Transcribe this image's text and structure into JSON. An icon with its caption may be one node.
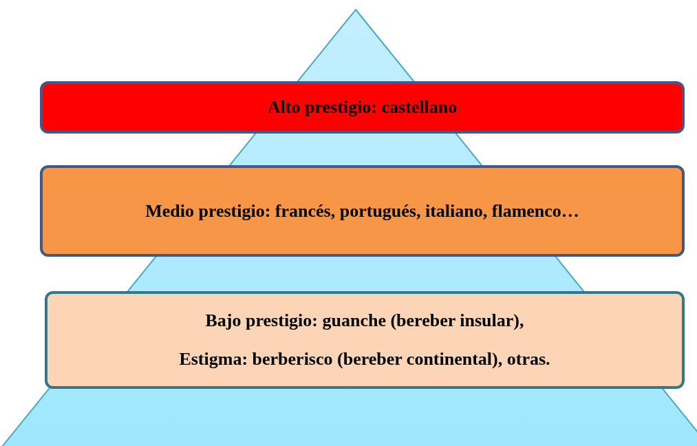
{
  "diagram": {
    "nodes": [
      {
        "text": [
          "Alto prestigio: castellano"
        ]
      },
      {
        "text": [
          "Medio prestigio: francés, portugués, italiano, flamenco…"
        ]
      },
      {
        "text": [
          "Bajo prestigio: guanche (bereber insular),",
          "Estigma: berberisco (bereber continental), otras."
        ]
      }
    ]
  }
}
